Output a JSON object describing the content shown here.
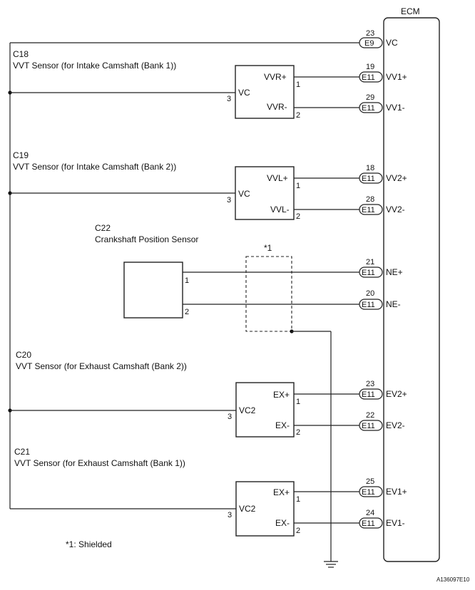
{
  "ecm": {
    "label": "ECM"
  },
  "sensors": {
    "c18": {
      "code": "C18",
      "title": "VVT Sensor (for Intake Camshaft (Bank 1))",
      "vc": "VC",
      "pos": "VVR+",
      "neg": "VVR-",
      "pin_vc": "3",
      "pin_pos": "1",
      "pin_neg": "2"
    },
    "c19": {
      "code": "C19",
      "title": "VVT Sensor (for Intake Camshaft (Bank 2))",
      "vc": "VC",
      "pos": "VVL+",
      "neg": "VVL-",
      "pin_vc": "3",
      "pin_pos": "1",
      "pin_neg": "2"
    },
    "c22": {
      "code": "C22",
      "title": "Crankshaft Position Sensor",
      "pin_pos": "1",
      "pin_neg": "2"
    },
    "c20": {
      "code": "C20",
      "title": "VVT Sensor (for Exhaust Camshaft (Bank 2))",
      "vc": "VC2",
      "pos": "EX+",
      "neg": "EX-",
      "pin_vc": "3",
      "pin_pos": "1",
      "pin_neg": "2"
    },
    "c21": {
      "code": "C21",
      "title": "VVT Sensor (for Exhaust Camshaft (Bank 1))",
      "vc": "VC2",
      "pos": "EX+",
      "neg": "EX-",
      "pin_vc": "3",
      "pin_pos": "1",
      "pin_neg": "2"
    }
  },
  "ecm_terminals": {
    "vc": {
      "pin": "23",
      "connector": "E9",
      "signal": "VC"
    },
    "vv1p": {
      "pin": "19",
      "connector": "E11",
      "signal": "VV1+"
    },
    "vv1n": {
      "pin": "29",
      "connector": "E11",
      "signal": "VV1-"
    },
    "vv2p": {
      "pin": "18",
      "connector": "E11",
      "signal": "VV2+"
    },
    "vv2n": {
      "pin": "28",
      "connector": "E11",
      "signal": "VV2-"
    },
    "nep": {
      "pin": "21",
      "connector": "E11",
      "signal": "NE+"
    },
    "nen": {
      "pin": "20",
      "connector": "E11",
      "signal": "NE-"
    },
    "ev2p": {
      "pin": "23",
      "connector": "E11",
      "signal": "EV2+"
    },
    "ev2n": {
      "pin": "22",
      "connector": "E11",
      "signal": "EV2-"
    },
    "ev1p": {
      "pin": "25",
      "connector": "E11",
      "signal": "EV1+"
    },
    "ev1n": {
      "pin": "24",
      "connector": "E11",
      "signal": "EV1-"
    }
  },
  "shield": {
    "marker": "*1",
    "note": "*1: Shielded"
  },
  "figure_ref": "A136097E10"
}
